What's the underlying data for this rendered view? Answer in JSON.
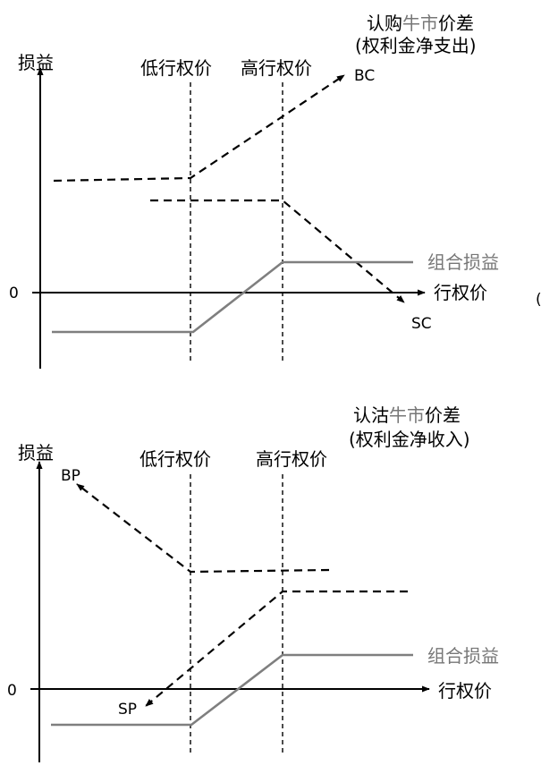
{
  "colors": {
    "line": "#000000",
    "combined": "#7f7f7f",
    "combined_label": "#777777"
  },
  "diagrams": [
    {
      "title_parts": [
        "认购",
        "牛市",
        "价差"
      ],
      "subtitle": "(权利金净支出)",
      "y_label": "损益",
      "x_label": "行权价",
      "zero": "0",
      "low_strike": "低行权价",
      "high_strike": "高行权价",
      "leg1": "BC",
      "leg2": "SC",
      "combined": "组合损益"
    },
    {
      "title_parts": [
        "认沽",
        "牛市",
        "价差"
      ],
      "subtitle": "(权利金净收入)",
      "y_label": "损益",
      "x_label": "行权价",
      "zero": "0",
      "low_strike": "低行权价",
      "high_strike": "高行权价",
      "leg1": "BP",
      "leg2": "SP",
      "combined": "组合损益"
    }
  ],
  "edge_glyph": "("
}
